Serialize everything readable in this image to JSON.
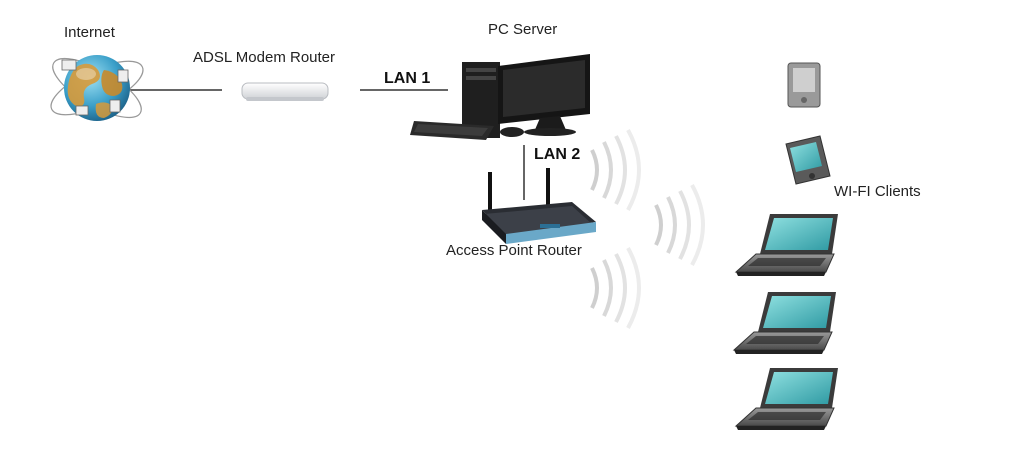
{
  "labels": {
    "internet": "Internet",
    "adsl": "ADSL Modem Router",
    "lan1": "LAN 1",
    "pc_server": "PC Server",
    "lan2": "LAN 2",
    "access_point": "Access Point Router",
    "wifi_clients": "WI-FI Clients"
  },
  "icons": {
    "internet": "globe-icon",
    "modem": "modem-router-icon",
    "server": "desktop-computer-icon",
    "access_point": "wireless-router-icon",
    "pda": "pda-icon",
    "phone": "smartphone-icon",
    "laptop": "laptop-icon",
    "wifi": "wifi-signal-icon"
  },
  "colors": {
    "globe": "#3a9fc9",
    "land": "#d79a3a",
    "screen": "#5fc1c4",
    "device_dark": "#2a2a2a",
    "line": "#333333"
  }
}
